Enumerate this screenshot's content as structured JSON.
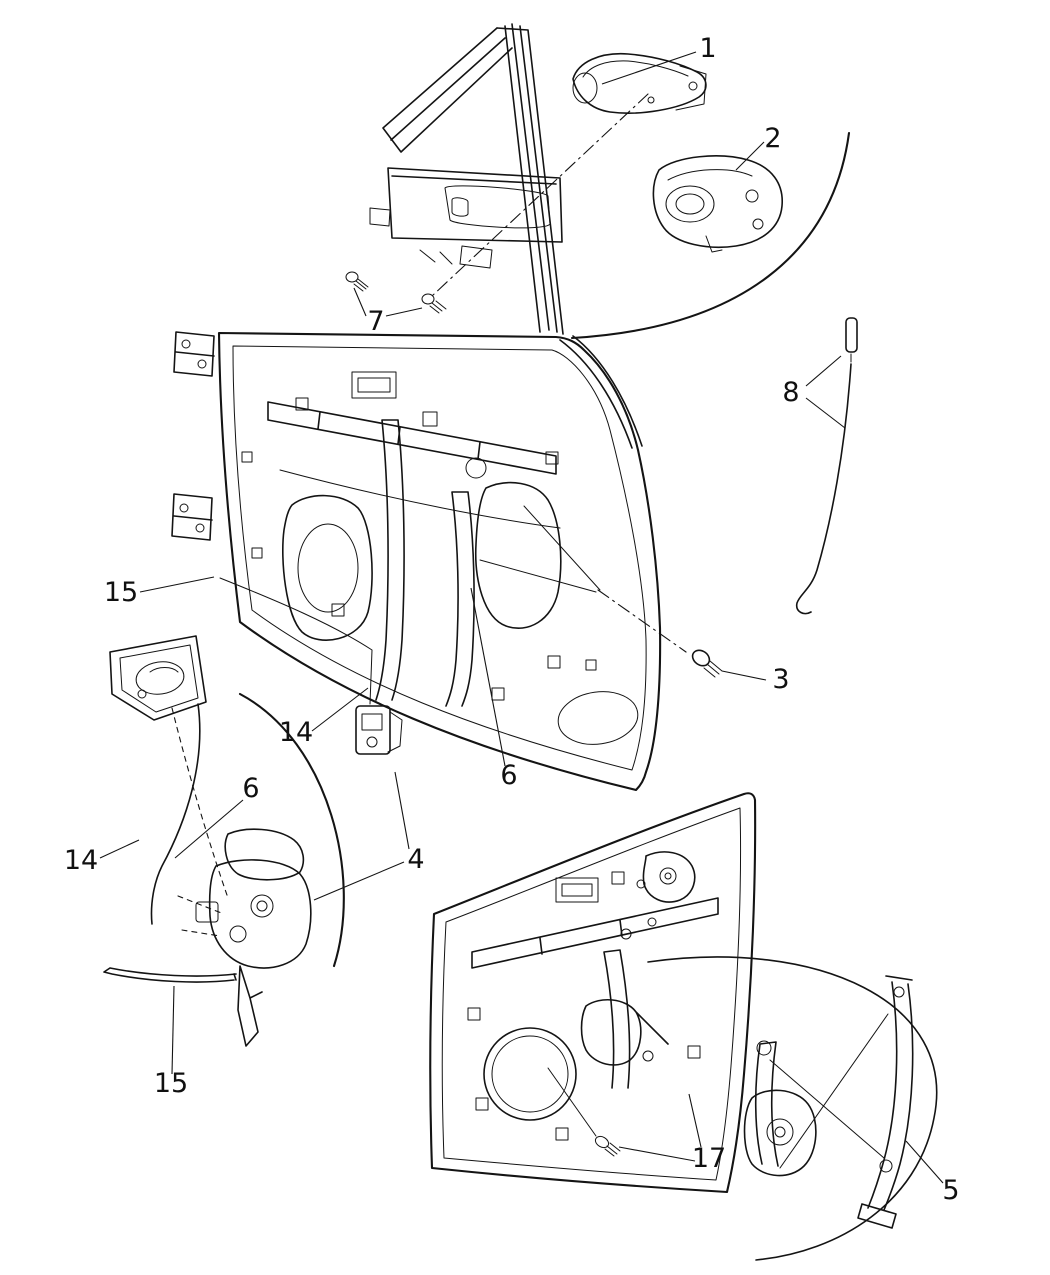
{
  "diagram": {
    "background_color": "#ffffff",
    "line_color": "#141414",
    "callouts": [
      {
        "label": "1",
        "target": "front-exterior-door-handle"
      },
      {
        "label": "2",
        "target": "exterior-handle-mounting-bracket"
      },
      {
        "label": "7",
        "target": "handle-mounting-screws"
      },
      {
        "label": "8",
        "target": "door-lock-rod"
      },
      {
        "label": "15",
        "target": "inside-lock-cable-front-door"
      },
      {
        "label": "3",
        "target": "retainer-push-pin"
      },
      {
        "label": "14",
        "target": "latch-link-front-door"
      },
      {
        "label": "6",
        "target": "latch-rod-front-door"
      },
      {
        "label": "6",
        "target": "latch-rod-detail-view"
      },
      {
        "label": "14",
        "target": "latch-link-detail-view"
      },
      {
        "label": "4",
        "target": "door-latch-assembly"
      },
      {
        "label": "15",
        "target": "inside-lock-cable-detail-view"
      },
      {
        "label": "17",
        "target": "regulator-mounting-screw"
      },
      {
        "label": "5",
        "target": "window-regulator"
      }
    ]
  }
}
